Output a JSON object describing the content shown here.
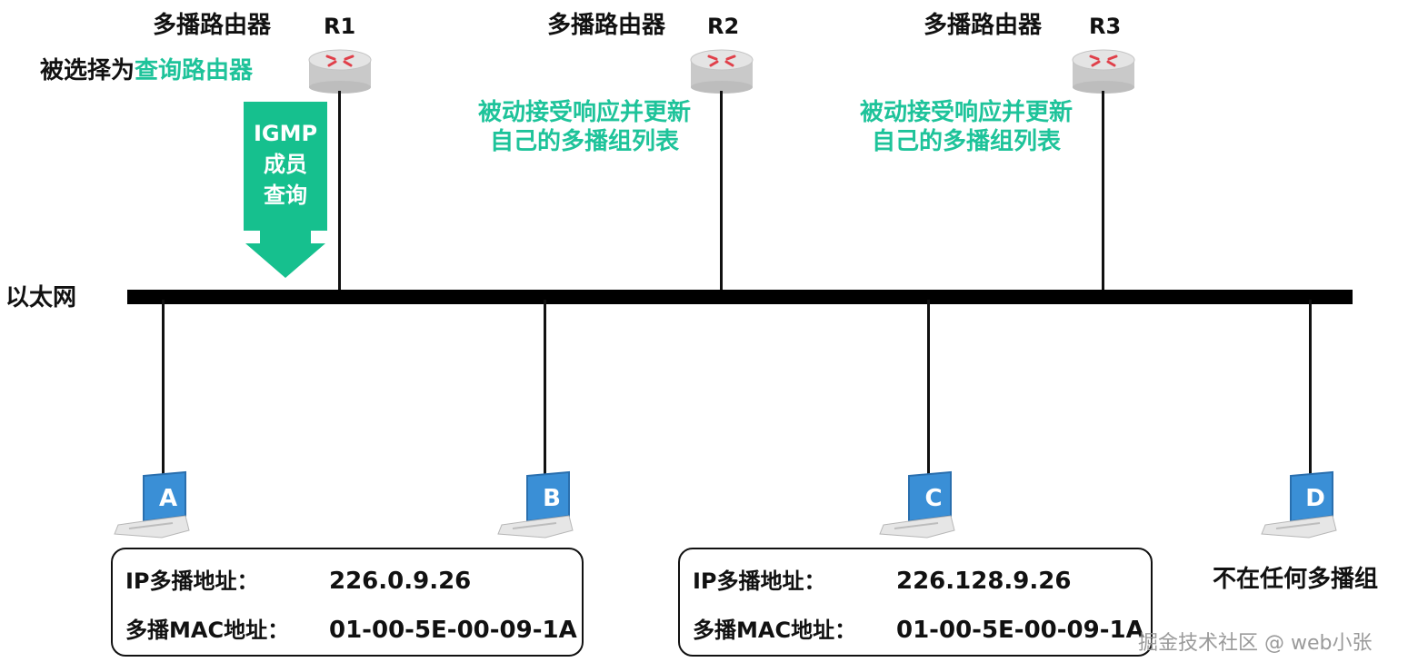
{
  "routers": [
    {
      "id": "R1",
      "title": "多播路由器",
      "label": "R1"
    },
    {
      "id": "R2",
      "title": "多播路由器",
      "label": "R2"
    },
    {
      "id": "R3",
      "title": "多播路由器",
      "label": "R3"
    }
  ],
  "r1_role": {
    "prefix": "被选择为",
    "highlight": "查询路由器"
  },
  "igmp_arrow": {
    "line1": "IGMP",
    "line2": "成员",
    "line3": "查询"
  },
  "r2_note": {
    "line1": "被动接受响应并更新",
    "line2": "自己的多播组列表"
  },
  "r3_note": {
    "line1": "被动接受响应并更新",
    "line2": "自己的多播组列表"
  },
  "ethernet_label": "以太网",
  "hosts": [
    {
      "id": "A",
      "letter": "A"
    },
    {
      "id": "B",
      "letter": "B"
    },
    {
      "id": "C",
      "letter": "C"
    },
    {
      "id": "D",
      "letter": "D"
    }
  ],
  "group1": {
    "ip_label": "IP多播地址：",
    "ip_value": "226.0.9.26",
    "mac_label": "多播MAC地址：",
    "mac_value": "01-00-5E-00-09-1A"
  },
  "group2": {
    "ip_label": "IP多播地址：",
    "ip_value": "226.128.9.26",
    "mac_label": "多播MAC地址：",
    "mac_value": "01-00-5E-00-09-1A"
  },
  "host_d_note": "不在任何多播组",
  "credit": "掘金技术社区 @ web小张",
  "colors": {
    "accent_green": "#1ec39a",
    "arrow_green": "#16c08e",
    "line": "#000000",
    "laptop_screen": "#3a8fd6"
  },
  "icons": {
    "router": "router-icon",
    "host": "laptop-icon",
    "arrow": "down-arrow-icon"
  }
}
